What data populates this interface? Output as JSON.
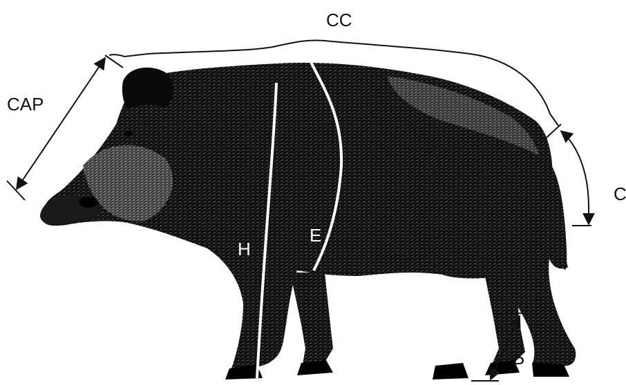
{
  "figure": {
    "labels": {
      "cc": "CC",
      "cap": "CAP",
      "tail": "C",
      "h": "H",
      "e": "E",
      "p": "P"
    },
    "colors": {
      "ink": "#111111",
      "paper": "#ffffff"
    }
  }
}
